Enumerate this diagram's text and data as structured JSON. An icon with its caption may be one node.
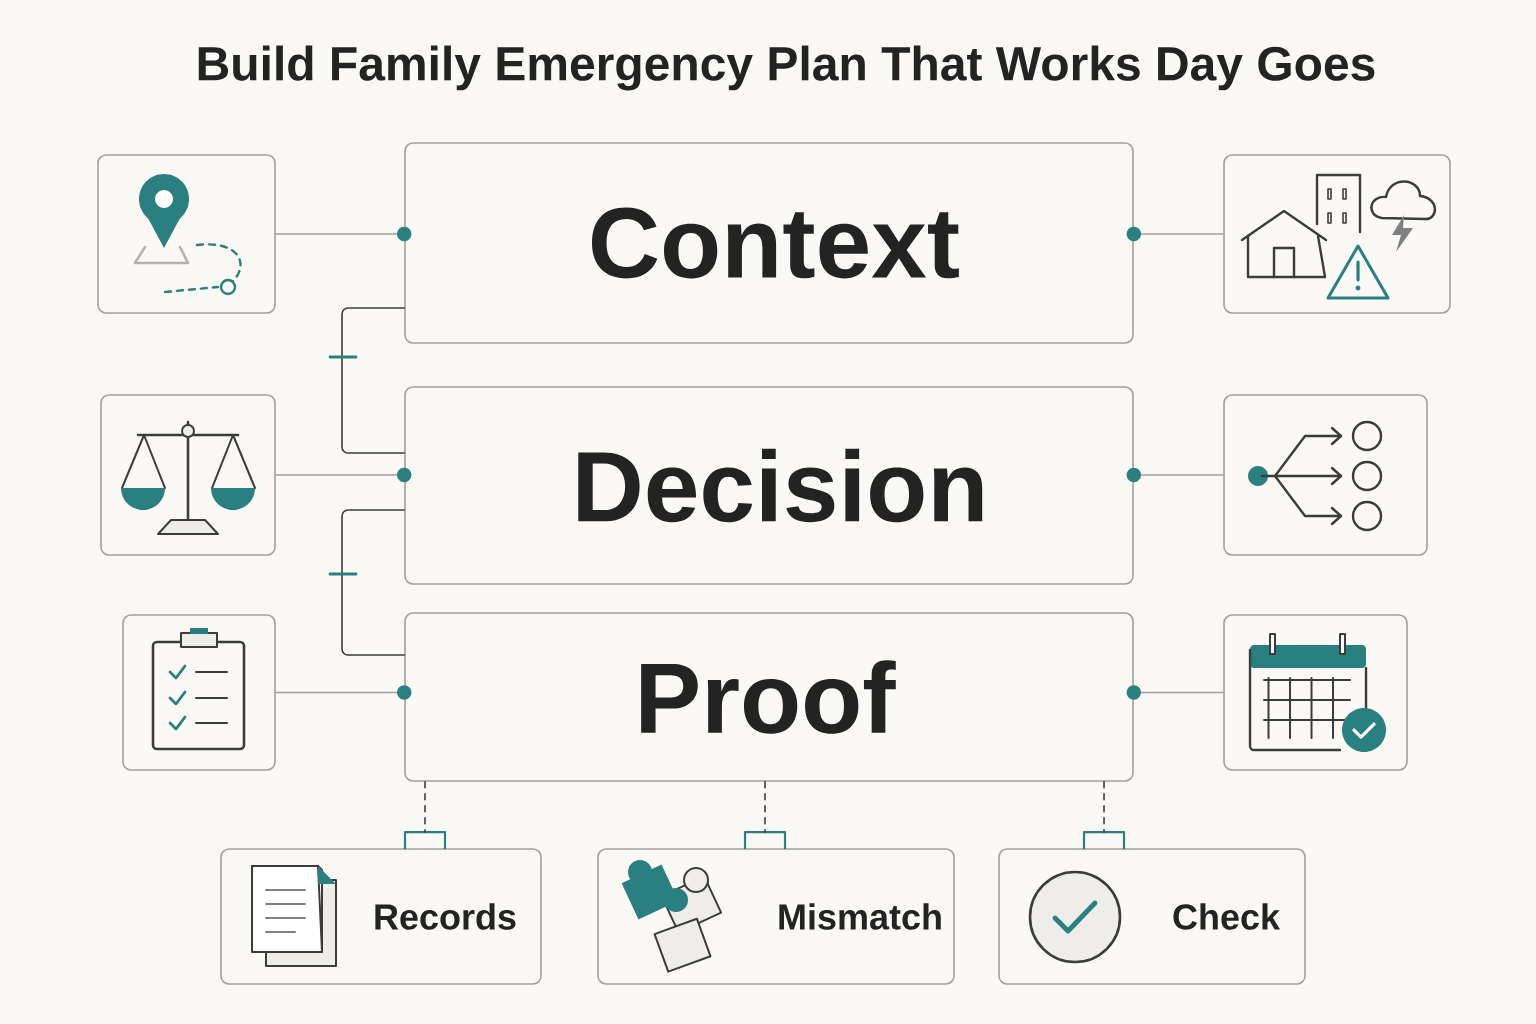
{
  "diagram": {
    "title": "Build Family Emergency Plan That Works Day Goes",
    "nodes": [
      {
        "text": [],
        "shape": "box"
      },
      {
        "text": [
          "Context"
        ]
      },
      {
        "text": [],
        "shape": "box"
      },
      {
        "text": [],
        "shape": "box"
      },
      {
        "text": [
          "Decision"
        ]
      },
      {
        "text": [],
        "shape": "box"
      },
      {
        "text": [],
        "shape": "box"
      },
      {
        "text": [
          "Proof"
        ]
      },
      {
        "text": [],
        "shape": "box"
      },
      {
        "text": [
          "Records"
        ]
      },
      {
        "text": [
          "Mismatch"
        ]
      },
      {
        "text": [
          "Check"
        ]
      }
    ],
    "edges": [
      {
        "from": 0,
        "to": 1,
        "arrow": "other"
      },
      {
        "from": 2,
        "to": 1,
        "arrow": "other"
      },
      {
        "from": 1,
        "to": 4,
        "arrow": "none",
        "color": "#3c3c3c"
      },
      {
        "from": 3,
        "to": 4,
        "arrow": "other"
      },
      {
        "from": 5,
        "to": 4,
        "arrow": "other"
      },
      {
        "from": 4,
        "to": 7,
        "arrow": "none",
        "color": "#3c3c3c"
      },
      {
        "from": 6,
        "to": 7,
        "arrow": "other"
      },
      {
        "from": 8,
        "to": 7,
        "arrow": "other"
      },
      {
        "from": 7,
        "to": 9,
        "arrow": "none",
        "style": "dashed",
        "color": "#3c3c3c"
      },
      {
        "from": 7,
        "to": 10,
        "arrow": "none",
        "style": "dashed",
        "color": "#3c3c3c"
      },
      {
        "from": 7,
        "to": 11,
        "arrow": "none",
        "style": "dashed",
        "color": "#3c3c3c"
      }
    ]
  }
}
